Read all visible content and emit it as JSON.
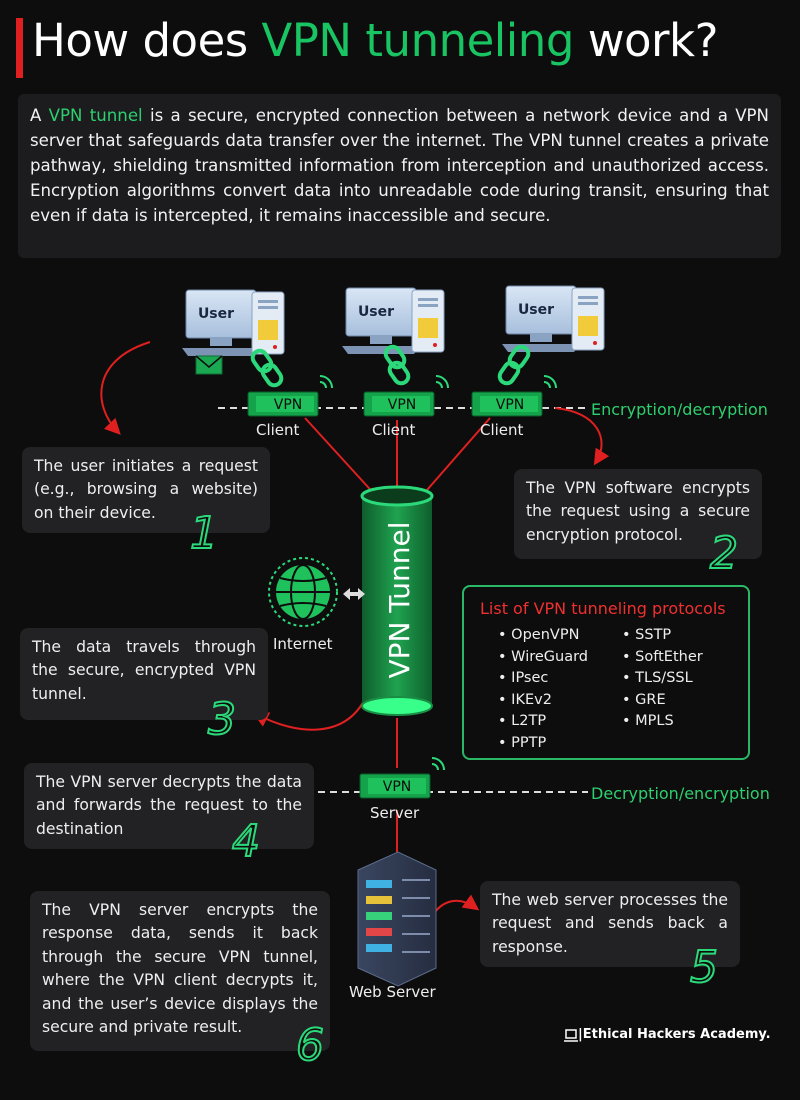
{
  "title": {
    "part1": "How does ",
    "highlight": "VPN tunneling",
    "part2": " work?"
  },
  "intro": {
    "highlight": "VPN tunnel",
    "rest": " is a secure, encrypted connection between a network device and a VPN server that safeguards data transfer over the internet. The VPN tunnel creates a private pathway, shielding transmitted information from interception and unauthorized access. Encryption algorithms convert data into unreadable code during transit, ensuring that even if data is intercepted, it remains inaccessible and secure.",
    "lead": "A "
  },
  "devices": {
    "user_label": "User",
    "vpn_label": "VPN",
    "client_label": "Client",
    "server_label": "Server",
    "internet_label": "Internet",
    "web_server_label": "Web Server",
    "tunnel_label": "VPN Tunnel"
  },
  "lines": {
    "top": "Encryption/decryption",
    "bottom": "Decryption/encryption"
  },
  "steps": [
    {
      "number": "1",
      "text": "The user initiates a request (e.g., browsing a website) on their device."
    },
    {
      "number": "2",
      "text": "The VPN software encrypts the request using a secure encryption protocol."
    },
    {
      "number": "3",
      "text": "The data travels through the secure, encrypted VPN tunnel."
    },
    {
      "number": "4",
      "text": "The VPN server decrypts the data and forwards the request to the destination"
    },
    {
      "number": "5",
      "text": "The web server processes the request and sends back a response."
    },
    {
      "number": "6",
      "text": "The VPN server encrypts the response data, sends it back through the secure VPN tunnel, where the VPN client decrypts it, and the user’s device displays the secure and private result."
    }
  ],
  "protocols": {
    "title": "List of VPN tunneling protocols",
    "col1": [
      "OpenVPN",
      "WireGuard",
      "IPsec",
      "IKEv2",
      "L2TP",
      "PPTP"
    ],
    "col2": [
      "SSTP",
      "SoftEther",
      "TLS/SSL",
      "GRE",
      "MPLS"
    ]
  },
  "brand": "|Ethical Hackers Academy.",
  "colors": {
    "accent_green": "#19c463",
    "accent_red": "#e02020",
    "background": "#0d0d0d",
    "card": "#222224"
  }
}
